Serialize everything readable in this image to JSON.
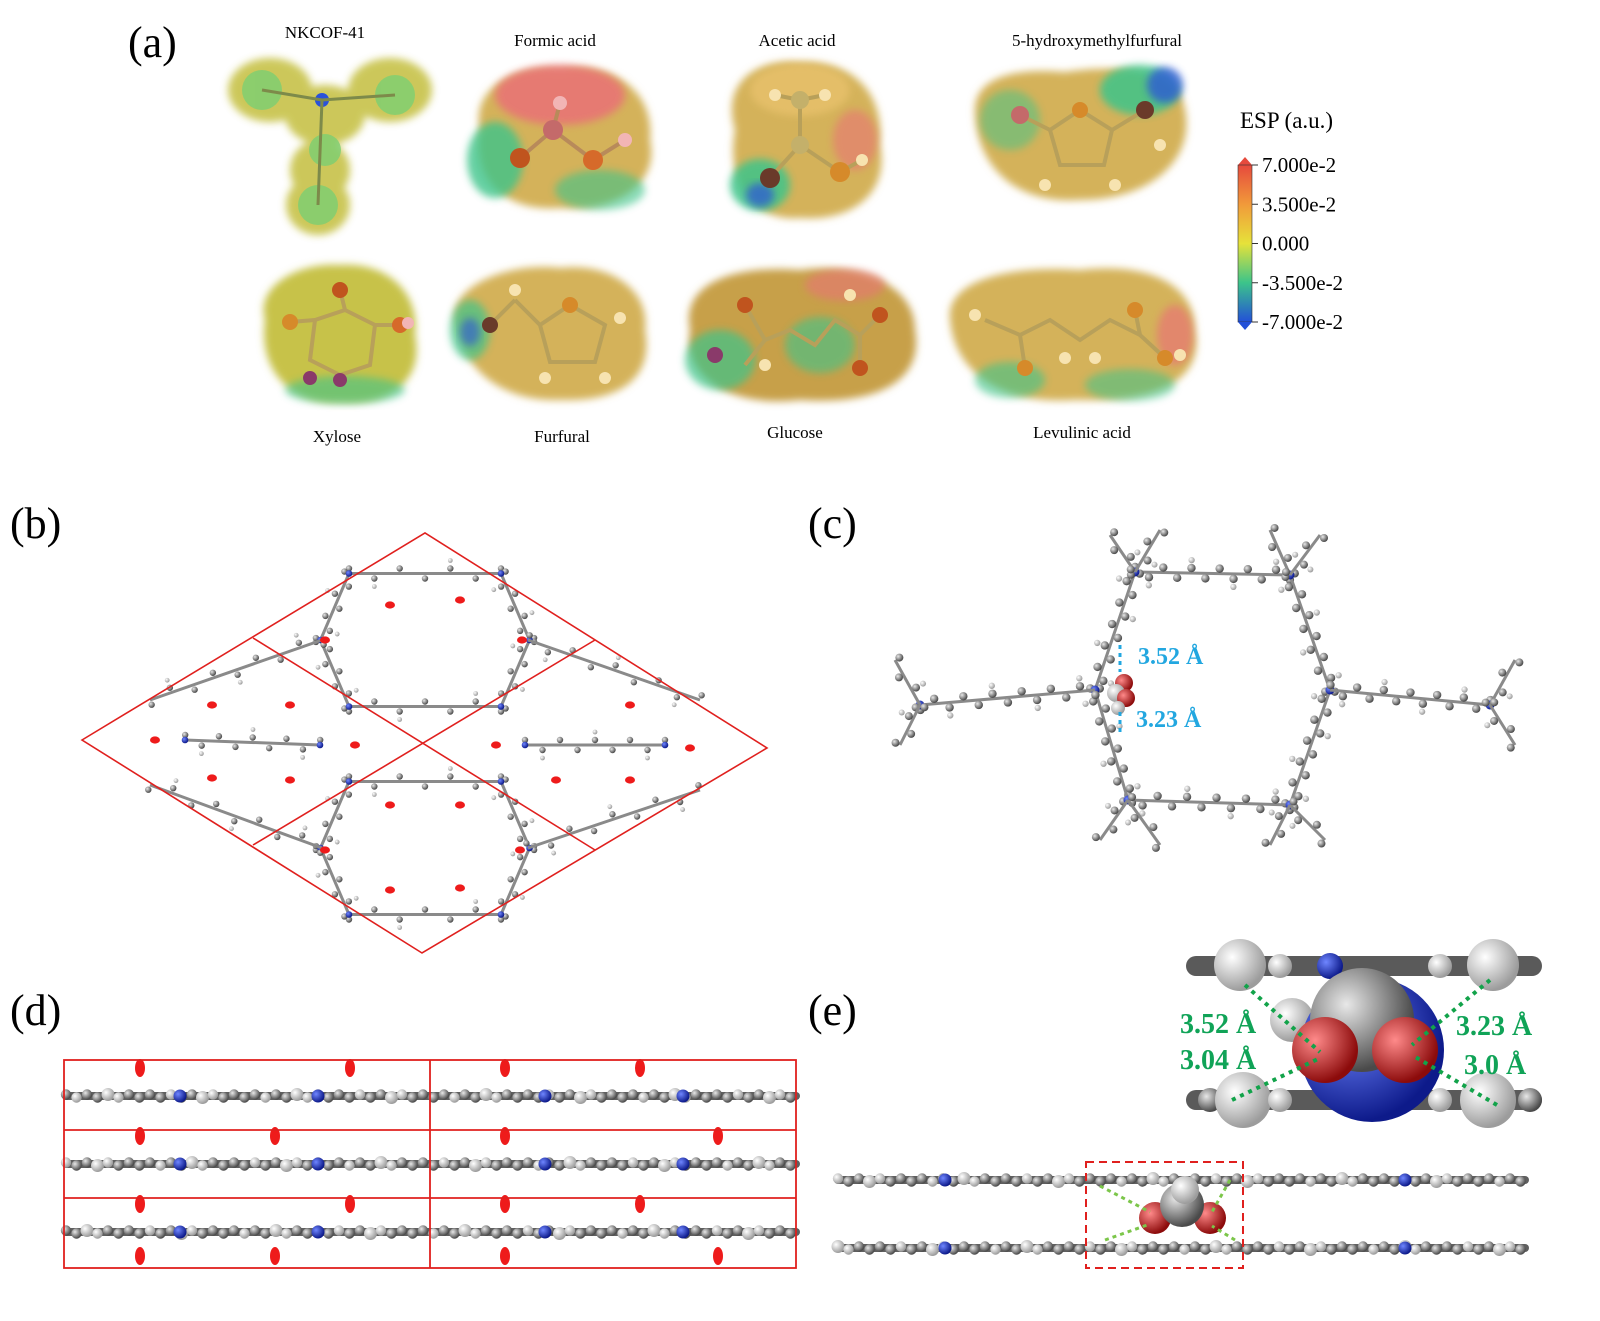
{
  "panels": {
    "a": "(a)",
    "b": "(b)",
    "c": "(c)",
    "d": "(d)",
    "e": "(e)"
  },
  "molecules_top": [
    "NKCOF-41",
    "Formic acid",
    "Acetic acid",
    "5-hydroxymethylfurfural"
  ],
  "molecules_bottom": [
    "Xylose",
    "Furfural",
    "Glucose",
    "Levulinic acid"
  ],
  "colorbar": {
    "title": "ESP (a.u.)",
    "ticks": [
      "7.000e-2",
      "3.500e-2",
      "0.000",
      "-3.500e-2",
      "-7.000e-2"
    ],
    "colors": [
      "#e64a3d",
      "#f19a3a",
      "#e6e23a",
      "#3cc48a",
      "#2350d8"
    ]
  },
  "panel_c": {
    "dist1": "3.52 Å",
    "dist2": "3.23 Å"
  },
  "panel_e": {
    "d1": "3.52 Å",
    "d2": "3.04 Å",
    "d3": "3.23 Å",
    "d4": "3.0 Å"
  },
  "colors": {
    "cell_line": "#e0201e",
    "atom_c": "#7a7a7a",
    "atom_n": "#1c2fcf",
    "atom_h": "#f2f2f2",
    "atom_o": "#d21d1d",
    "dist_c": "#22a7e0",
    "dist_e": "#10a357"
  }
}
